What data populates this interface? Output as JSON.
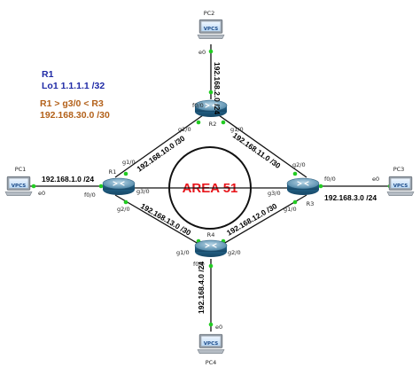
{
  "notes": {
    "router_name": "R1",
    "loopback": "Lo1 1.1.1.1 /32",
    "path": "R1 > g3/0 < R3",
    "network": "192.168.30.0 /30"
  },
  "area_label": "AREA 51",
  "routers": {
    "r1": "R1",
    "r2": "R2",
    "r3": "R3",
    "r4": "R4"
  },
  "pcs": {
    "pc1": "PC1",
    "pc2": "PC2",
    "pc3": "PC3",
    "pc4": "PC4",
    "screen_text": "VPCS"
  },
  "links": {
    "pc1_r1": "192.168.1.0 /24",
    "pc2_r2": "192.168.2.0 /24",
    "pc3_r3": "192.168.3.0 /24",
    "pc4_r4": "192.168.4.0 /24",
    "r1_r2": "192.168.10.0 /30",
    "r2_r3": "192.168.11.0 /30",
    "r3_r4": "192.168.12.0 /30",
    "r1_r4": "192.168.13.0 /30"
  },
  "interfaces": {
    "pc1_e0": "e0",
    "r1_f00": "f0/0",
    "r1_g10": "g1/0",
    "r1_g20": "g2/0",
    "r1_g30": "g3/0",
    "pc2_e0": "e0",
    "r2_f00": "f0/0",
    "r2_g10": "g1/0",
    "r2_g20": "g2/0",
    "pc3_e0": "e0",
    "r3_f00": "f0/0",
    "r3_g10": "g1/0",
    "r3_g20": "g2/0",
    "r3_g30": "g3/0",
    "pc4_e0": "e0",
    "r4_f00": "f0/0",
    "r4_g10": "g1/0",
    "r4_g20": "g2/0"
  },
  "colors": {
    "link": "#111111",
    "endpoint": "#22cc22",
    "router_body": "#1f5f86",
    "router_top": "#7fb0cc",
    "area_text": "#e8151b",
    "note_blue": "#1f2aa6",
    "note_brown": "#b3611a"
  }
}
